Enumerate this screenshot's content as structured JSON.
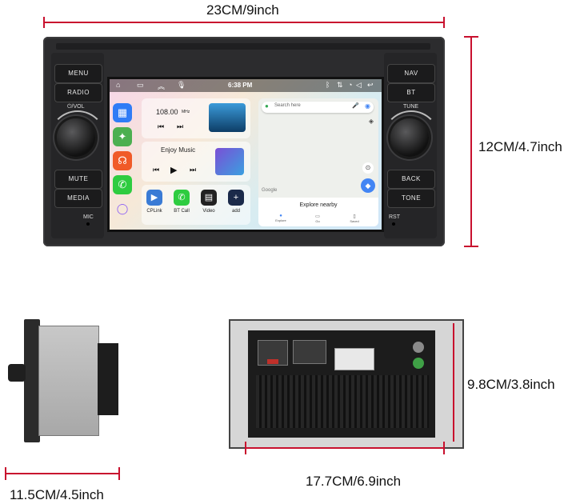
{
  "dimensions": {
    "width": "23CM/9inch",
    "height": "12CM/4.7inch",
    "depth": "11.5CM/4.5inch",
    "rear_width": "17.7CM/6.9inch",
    "rear_height": "9.8CM/3.8inch"
  },
  "hardware_buttons": {
    "menu": "MENU",
    "radio": "RADIO",
    "vol": "VOL",
    "mute": "MUTE",
    "media": "MEDIA",
    "mic": "MIC",
    "nav": "NAV",
    "bt": "BT",
    "tune": "TUNE",
    "back": "BACK",
    "tone": "TONE",
    "rst": "RST"
  },
  "screen": {
    "time": "6:38 PM",
    "radio": {
      "frequency": "108.00",
      "unit": "MHz"
    },
    "media": {
      "title": "Enjoy Music"
    },
    "apps": [
      {
        "label": "CPLink",
        "icon": "carplay-icon"
      },
      {
        "label": "BT Call",
        "icon": "phone-icon"
      },
      {
        "label": "Video",
        "icon": "clapper-icon"
      },
      {
        "label": "add",
        "icon": "plus-icon"
      }
    ],
    "map": {
      "search_placeholder": "Search here",
      "explore": "Explore nearby",
      "logo": "Google",
      "tabs": [
        "Explore",
        "Go",
        "Saved"
      ]
    }
  },
  "colors": {
    "dimension_line": "#c8102e",
    "bezel": "#2c2c2e"
  }
}
